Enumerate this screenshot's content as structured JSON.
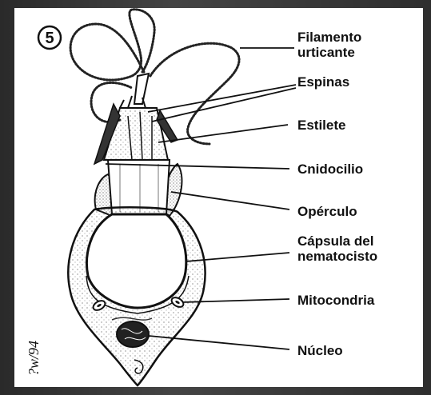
{
  "figure": {
    "number": "5",
    "signature": "?w/94"
  },
  "labels": [
    {
      "id": "filamento",
      "lines": [
        "Filamento",
        "urticante"
      ]
    },
    {
      "id": "espinas",
      "lines": [
        "Espinas"
      ]
    },
    {
      "id": "estilete",
      "lines": [
        "Estilete"
      ]
    },
    {
      "id": "cnidocilio",
      "lines": [
        "Cnidocilio"
      ]
    },
    {
      "id": "operculo",
      "lines": [
        "Opérculo"
      ]
    },
    {
      "id": "capsula",
      "lines": [
        "Cápsula del",
        "nematocisto"
      ]
    },
    {
      "id": "mitocondria",
      "lines": [
        "Mitocondria"
      ]
    },
    {
      "id": "nucleo",
      "lines": [
        "Núcleo"
      ]
    }
  ]
}
